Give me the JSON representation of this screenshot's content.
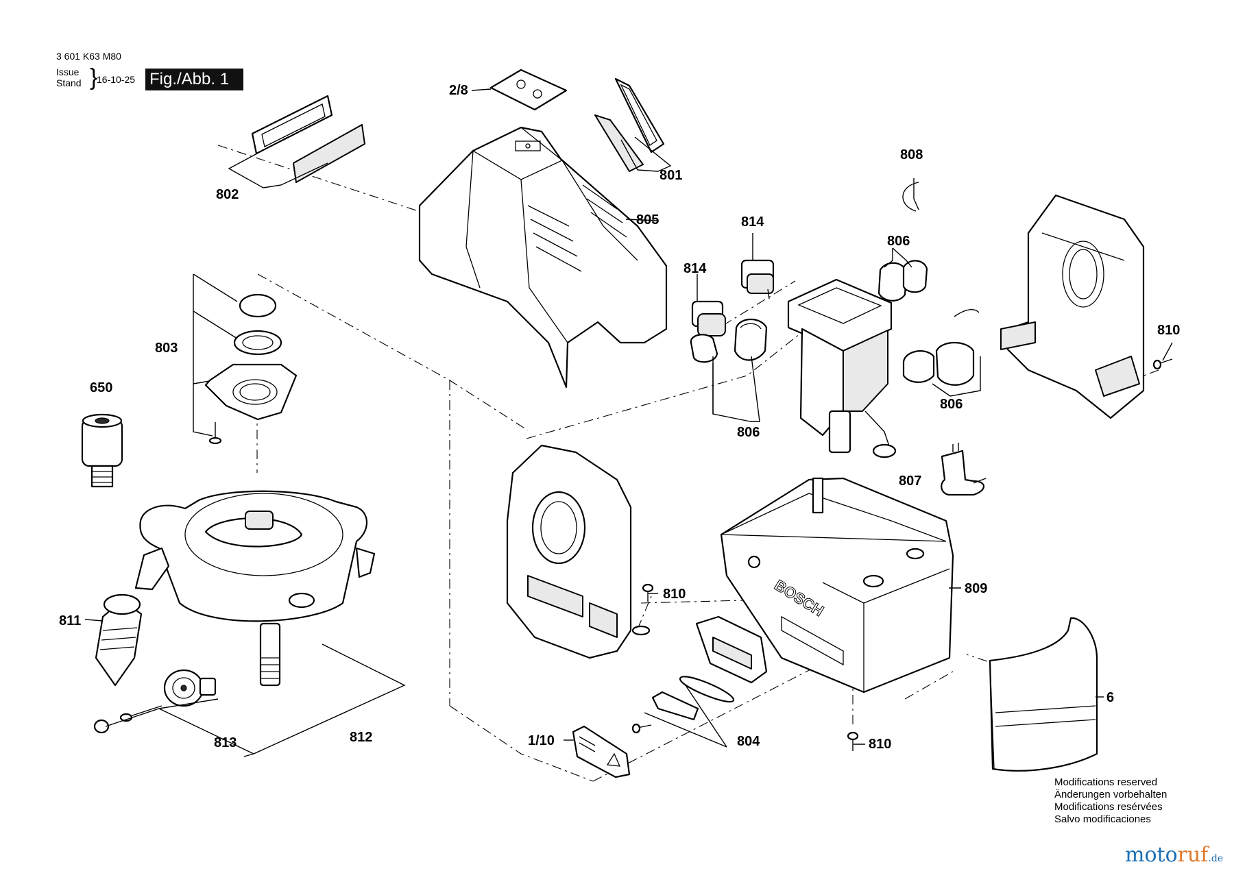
{
  "header": {
    "doc_id": "3 601 K63 M80",
    "issue_label": "Issue",
    "stand_label": "Stand",
    "issue_date": "16-10-25",
    "figure_label": "Fig./Abb. 1"
  },
  "callouts": {
    "c2_8": "2/8",
    "c801": "801",
    "c802": "802",
    "c805": "805",
    "c808": "808",
    "c814a": "814",
    "c814b": "814",
    "c806a": "806",
    "c806b": "806",
    "c806c": "806",
    "c810a": "810",
    "c810b": "810",
    "c810c": "810",
    "c803": "803",
    "c650": "650",
    "c807": "807",
    "c809": "809",
    "c811": "811",
    "c6": "6",
    "c1_10": "1/10",
    "c804": "804",
    "c812": "812",
    "c813": "813"
  },
  "notes": [
    "Modifications reserved",
    "Änderungen vorbehalten",
    "Modifications resérvées",
    "Salvo modificaciones"
  ],
  "brand": {
    "part1": "moto",
    "part2": "ruf",
    "part3": ".de"
  },
  "embossed_text": "BOSCH"
}
